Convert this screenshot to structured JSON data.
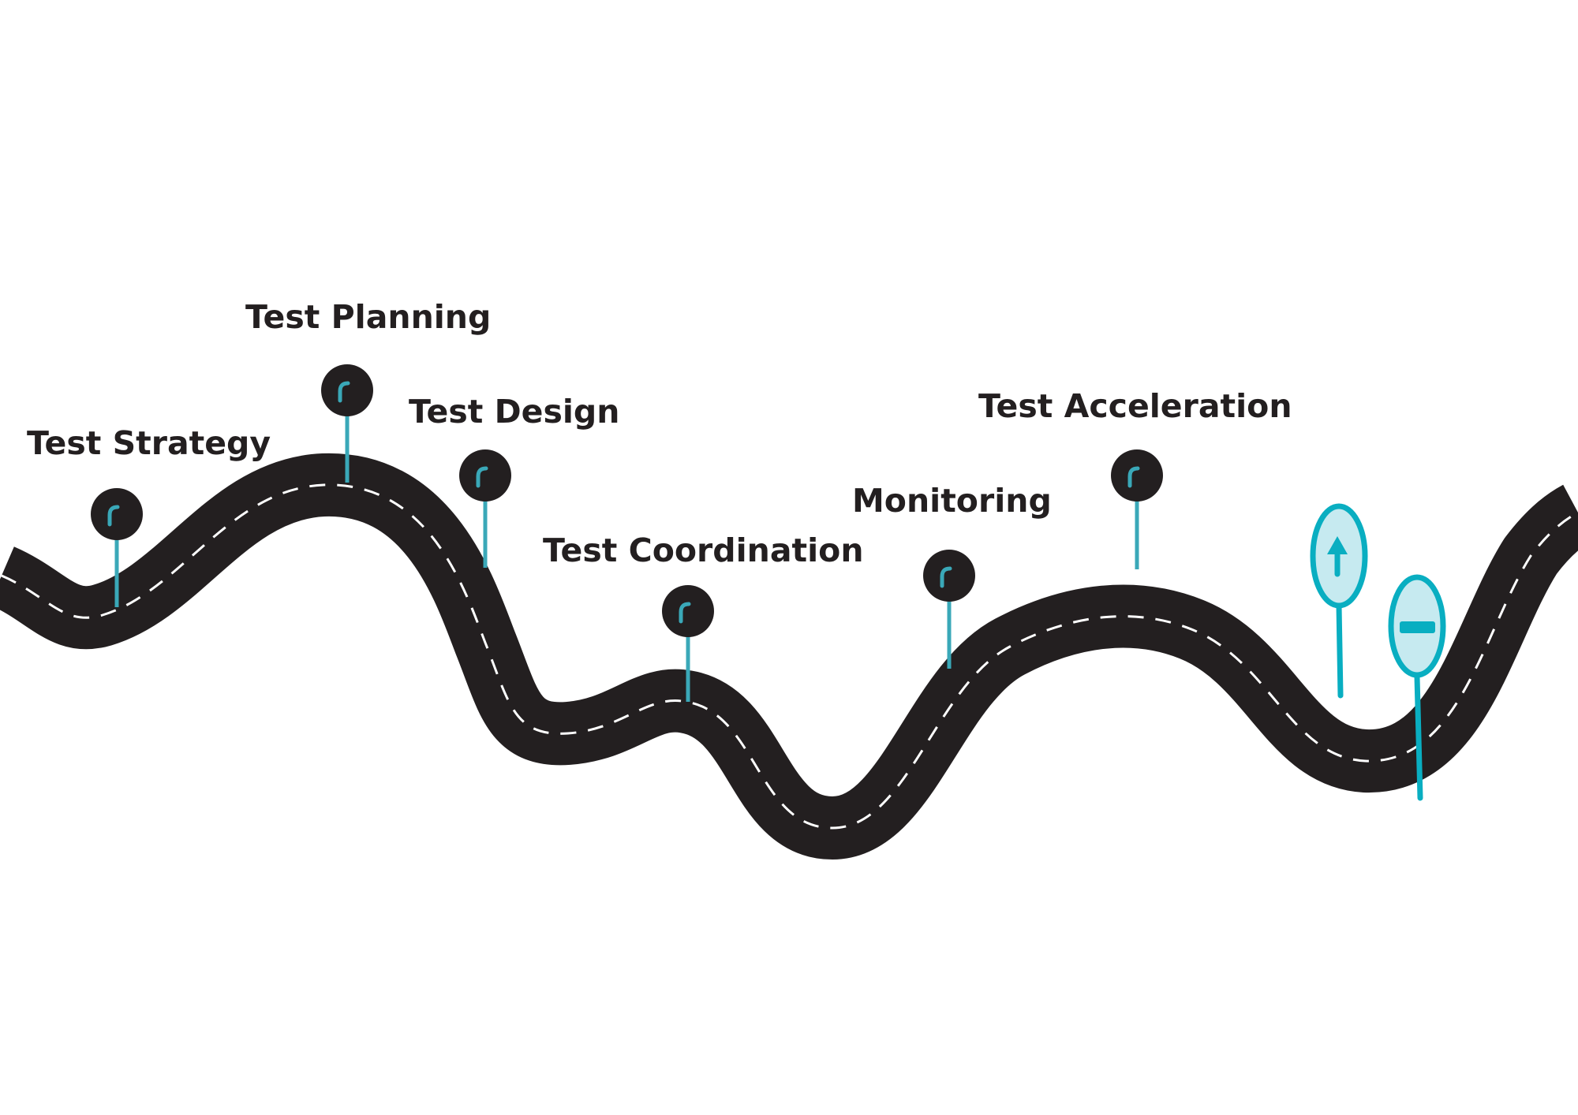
{
  "colors": {
    "road": "#231f20",
    "road_dash": "#ffffff",
    "pin": "#3aa8b8",
    "sign_stroke": "#09aec1",
    "sign_fill": "#c6eaf0"
  },
  "milestones": [
    {
      "label": "Test Strategy",
      "icon": "map-pin-icon"
    },
    {
      "label": "Test Planning",
      "icon": "map-pin-icon"
    },
    {
      "label": "Test Design",
      "icon": "map-pin-icon"
    },
    {
      "label": "Test Coordination",
      "icon": "map-pin-icon"
    },
    {
      "label": "Monitoring",
      "icon": "map-pin-icon"
    },
    {
      "label": "Test Acceleration",
      "icon": "map-pin-icon"
    }
  ],
  "signs": [
    {
      "icon": "arrow-up-sign-icon"
    },
    {
      "icon": "no-entry-sign-icon"
    }
  ]
}
